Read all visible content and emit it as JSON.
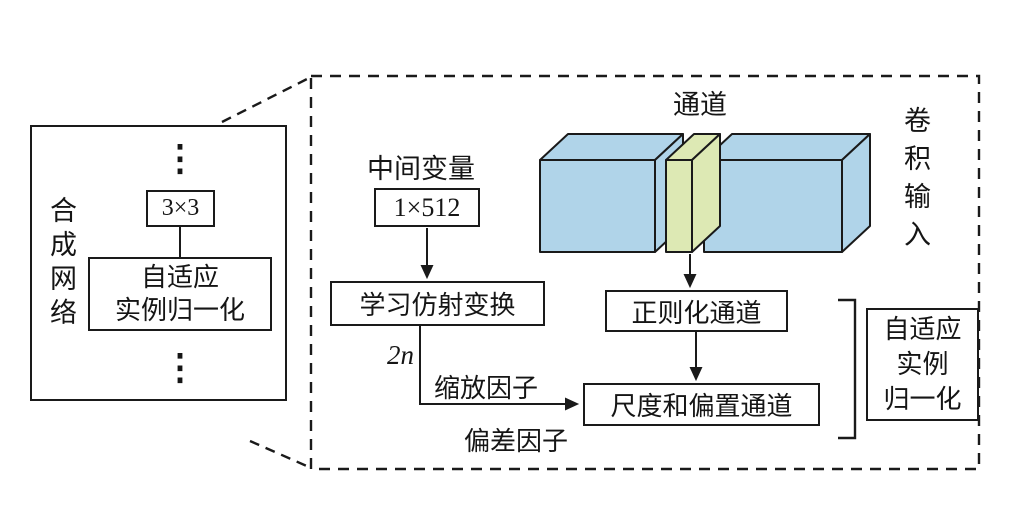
{
  "figure": {
    "left_panel": {
      "network_label": "合成网络",
      "ellipsis_top": "⋮",
      "kernel_box": "3×3",
      "adain_line1": "自适应",
      "adain_line2": "实例归一化",
      "ellipsis_bottom": "⋮"
    },
    "detail_panel": {
      "channel_label": "通道",
      "conv_input_label": "卷积输入",
      "intermediate_label": "中间变量",
      "latent_box": "1×512",
      "affine_box": "学习仿射变换",
      "two_n": "2n",
      "scale_factor": "缩放因子",
      "bias_factor": "偏差因子",
      "normalize_box": "正则化通道",
      "scale_bias_box": "尺度和偏置通道",
      "adain_line1": "自适应",
      "adain_line2": "实例",
      "adain_line3": "归一化"
    },
    "colors": {
      "stroke": "#1a1a1a",
      "cuboid_blue": "#b0d4e9",
      "cuboid_green": "#dde9b4"
    }
  }
}
